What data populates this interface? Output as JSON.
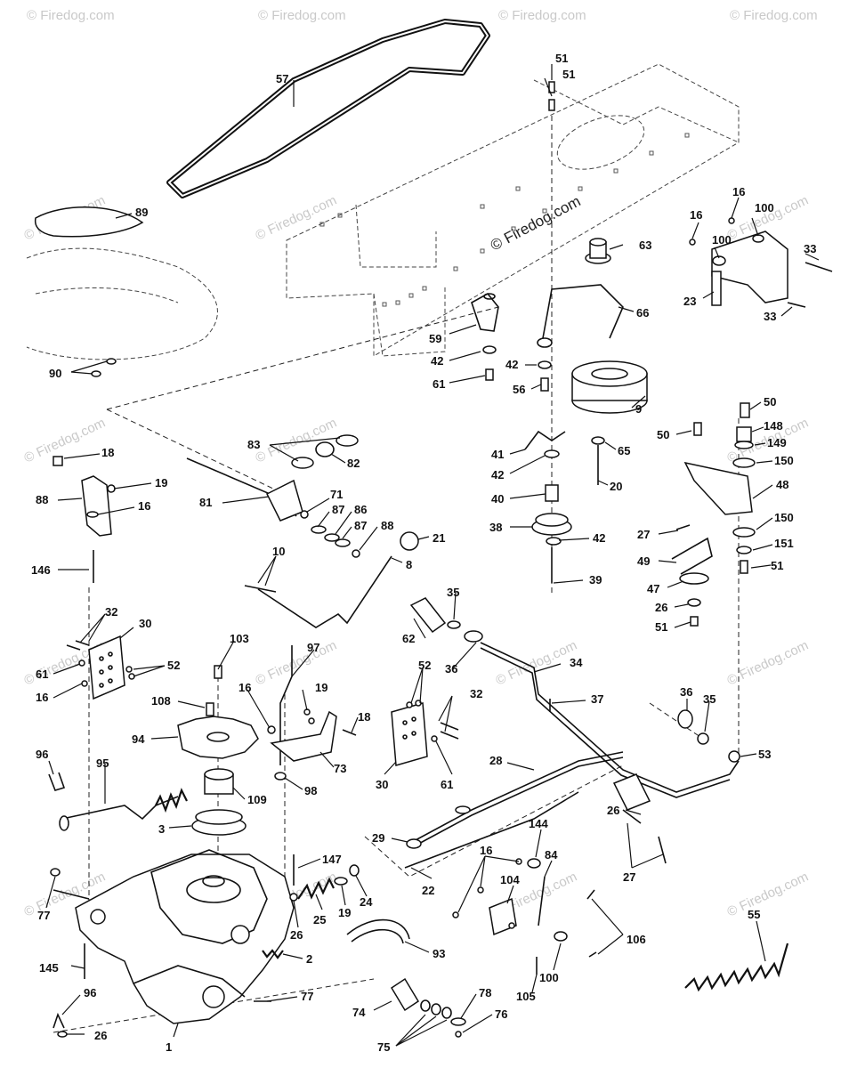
{
  "watermarks": {
    "corner": "© Firedog.com",
    "center": "© Firedog.com"
  },
  "labels": [
    {
      "id": "57a",
      "text": "57"
    },
    {
      "id": "51a",
      "text": "51"
    },
    {
      "id": "51b",
      "text": "51"
    },
    {
      "id": "89",
      "text": "89"
    },
    {
      "id": "63",
      "text": "63"
    },
    {
      "id": "16a",
      "text": "16"
    },
    {
      "id": "100a",
      "text": "100"
    },
    {
      "id": "16b",
      "text": "16"
    },
    {
      "id": "100b",
      "text": "100"
    },
    {
      "id": "33a",
      "text": "33"
    },
    {
      "id": "23",
      "text": "23"
    },
    {
      "id": "33b",
      "text": "33"
    },
    {
      "id": "66",
      "text": "66"
    },
    {
      "id": "59",
      "text": "59"
    },
    {
      "id": "42a",
      "text": "42"
    },
    {
      "id": "61a",
      "text": "61"
    },
    {
      "id": "42b",
      "text": "42"
    },
    {
      "id": "56",
      "text": "56"
    },
    {
      "id": "90",
      "text": "90"
    },
    {
      "id": "9",
      "text": "9"
    },
    {
      "id": "50a",
      "text": "50"
    },
    {
      "id": "148",
      "text": "148"
    },
    {
      "id": "50b",
      "text": "50"
    },
    {
      "id": "149",
      "text": "149"
    },
    {
      "id": "65",
      "text": "65"
    },
    {
      "id": "150a",
      "text": "150"
    },
    {
      "id": "83",
      "text": "83"
    },
    {
      "id": "41",
      "text": "41"
    },
    {
      "id": "18a",
      "text": "18"
    },
    {
      "id": "82",
      "text": "82"
    },
    {
      "id": "42c",
      "text": "42"
    },
    {
      "id": "20",
      "text": "20"
    },
    {
      "id": "48",
      "text": "48"
    },
    {
      "id": "19a",
      "text": "19"
    },
    {
      "id": "71",
      "text": "71"
    },
    {
      "id": "88a",
      "text": "88"
    },
    {
      "id": "81",
      "text": "81"
    },
    {
      "id": "87a",
      "text": "87"
    },
    {
      "id": "16c",
      "text": "16"
    },
    {
      "id": "40",
      "text": "40"
    },
    {
      "id": "86",
      "text": "86"
    },
    {
      "id": "150b",
      "text": "150"
    },
    {
      "id": "87b",
      "text": "87"
    },
    {
      "id": "88b",
      "text": "88"
    },
    {
      "id": "38",
      "text": "38"
    },
    {
      "id": "42d",
      "text": "42"
    },
    {
      "id": "27a",
      "text": "27"
    },
    {
      "id": "151",
      "text": "151"
    },
    {
      "id": "21",
      "text": "21"
    },
    {
      "id": "10",
      "text": "10"
    },
    {
      "id": "8",
      "text": "8"
    },
    {
      "id": "146",
      "text": "146"
    },
    {
      "id": "49",
      "text": "49"
    },
    {
      "id": "51c",
      "text": "51"
    },
    {
      "id": "47",
      "text": "47"
    },
    {
      "id": "39",
      "text": "39"
    },
    {
      "id": "35a",
      "text": "35"
    },
    {
      "id": "26a",
      "text": "26"
    },
    {
      "id": "32a",
      "text": "32"
    },
    {
      "id": "30a",
      "text": "30"
    },
    {
      "id": "62",
      "text": "62"
    },
    {
      "id": "51d",
      "text": "51"
    },
    {
      "id": "103",
      "text": "103"
    },
    {
      "id": "97",
      "text": "97"
    },
    {
      "id": "61b",
      "text": "61"
    },
    {
      "id": "52a",
      "text": "52"
    },
    {
      "id": "36a",
      "text": "36"
    },
    {
      "id": "34",
      "text": "34"
    },
    {
      "id": "52b",
      "text": "52"
    },
    {
      "id": "16d",
      "text": "16"
    },
    {
      "id": "19b",
      "text": "19"
    },
    {
      "id": "108",
      "text": "108"
    },
    {
      "id": "16e",
      "text": "16"
    },
    {
      "id": "32b",
      "text": "32"
    },
    {
      "id": "37",
      "text": "37"
    },
    {
      "id": "36b",
      "text": "36"
    },
    {
      "id": "35b",
      "text": "35"
    },
    {
      "id": "18b",
      "text": "18"
    },
    {
      "id": "94",
      "text": "94"
    },
    {
      "id": "96a",
      "text": "96"
    },
    {
      "id": "73",
      "text": "73"
    },
    {
      "id": "30b",
      "text": "30"
    },
    {
      "id": "61c",
      "text": "61"
    },
    {
      "id": "53",
      "text": "53"
    },
    {
      "id": "28",
      "text": "28"
    },
    {
      "id": "95",
      "text": "95"
    },
    {
      "id": "98",
      "text": "98"
    },
    {
      "id": "109",
      "text": "109"
    },
    {
      "id": "26b",
      "text": "26"
    },
    {
      "id": "3",
      "text": "3"
    },
    {
      "id": "144",
      "text": "144"
    },
    {
      "id": "29",
      "text": "29"
    },
    {
      "id": "16f",
      "text": "16"
    },
    {
      "id": "84",
      "text": "84"
    },
    {
      "id": "27b",
      "text": "27"
    },
    {
      "id": "147",
      "text": "147"
    },
    {
      "id": "22",
      "text": "22"
    },
    {
      "id": "104",
      "text": "104"
    },
    {
      "id": "77a",
      "text": "77"
    },
    {
      "id": "25",
      "text": "25"
    },
    {
      "id": "19c",
      "text": "19"
    },
    {
      "id": "24",
      "text": "24"
    },
    {
      "id": "55",
      "text": "55"
    },
    {
      "id": "26c",
      "text": "26"
    },
    {
      "id": "106",
      "text": "106"
    },
    {
      "id": "93",
      "text": "93"
    },
    {
      "id": "2",
      "text": "2"
    },
    {
      "id": "145",
      "text": "145"
    },
    {
      "id": "100c",
      "text": "100"
    },
    {
      "id": "105",
      "text": "105"
    },
    {
      "id": "96b",
      "text": "96"
    },
    {
      "id": "77b",
      "text": "77"
    },
    {
      "id": "78",
      "text": "78"
    },
    {
      "id": "74",
      "text": "74"
    },
    {
      "id": "76",
      "text": "76"
    },
    {
      "id": "75",
      "text": "75"
    },
    {
      "id": "1",
      "text": "1"
    },
    {
      "id": "26d",
      "text": "26"
    }
  ]
}
